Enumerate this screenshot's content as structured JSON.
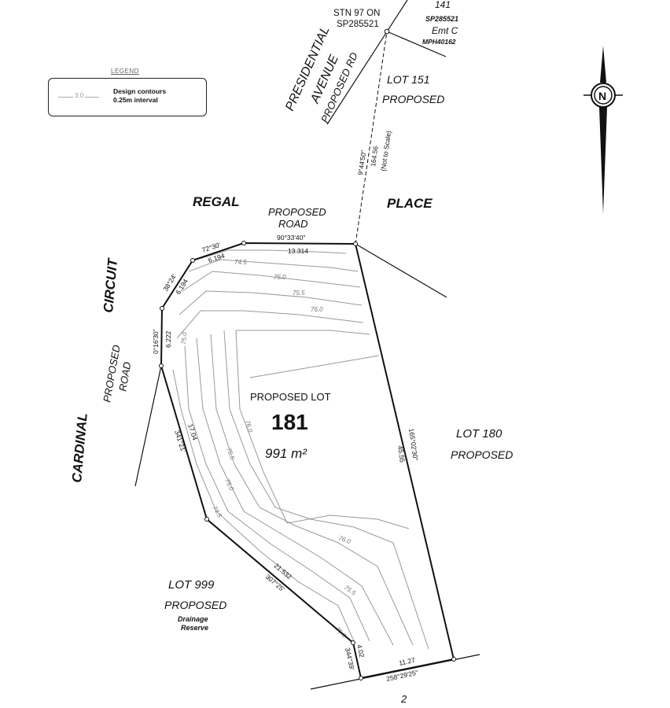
{
  "legend": {
    "title": "LEGEND",
    "sample_value": "3.0",
    "line1": "Design contours",
    "line2": "0.25m interval"
  },
  "north": {
    "letter": "N"
  },
  "roads": {
    "regal": "REGAL",
    "place": "PLACE",
    "proposed_road_top_1": "PROPOSED",
    "proposed_road_top_2": "ROAD",
    "circuit": "CIRCUIT",
    "cardinal": "CARDINAL",
    "proposed_road_left_1": "PROPOSED",
    "proposed_road_left_2": "ROAD",
    "presidential_1": "PRESIDENTIAL",
    "presidential_2": "AVENUE",
    "presidential_3": "PROPOSED RD"
  },
  "station": {
    "line1": "STN 97 ON",
    "line2": "SP285521"
  },
  "lot141": {
    "number": "141",
    "plan": "SP285521",
    "emt": "Emt C",
    "mph": "MPH40162"
  },
  "lot151": {
    "name": "LOT 151",
    "status": "PROPOSED"
  },
  "lot180": {
    "name": "LOT 180",
    "status": "PROPOSED"
  },
  "lot999": {
    "name": "LOT 999",
    "status": "PROPOSED",
    "note1": "Drainage",
    "note2": "Reserve"
  },
  "lot181": {
    "title": "PROPOSED LOT",
    "number": "181",
    "area": "991 m²"
  },
  "tie_line": {
    "bearing": "9°44'50\"",
    "distance": "164.56",
    "note": "(Not to Scale)"
  },
  "dimensions": {
    "top_bearing": "90°33'40\"",
    "top_distance": "13.314",
    "nw1_bearing": "72°30'",
    "nw1_distance": "6.194",
    "nw2_bearing": "38°24'",
    "nw2_distance": "6.194",
    "w_bearing": "0°16'30\"",
    "w_distance": "6.222",
    "sw1_bearing": "341°21'",
    "sw1_distance": "17.04",
    "sw2_bearing": "307°25'",
    "sw2_distance": "21.532",
    "s1_bearing": "344°39'",
    "s1_distance": "4.02",
    "s2_bearing": "258°29'25\"",
    "s2_distance": "11.27",
    "e_bearing": "165°02'30\"",
    "e_distance": "45.55"
  },
  "contours": [
    "74.5",
    "75.0",
    "75.5",
    "76.0"
  ],
  "page_number": "2"
}
